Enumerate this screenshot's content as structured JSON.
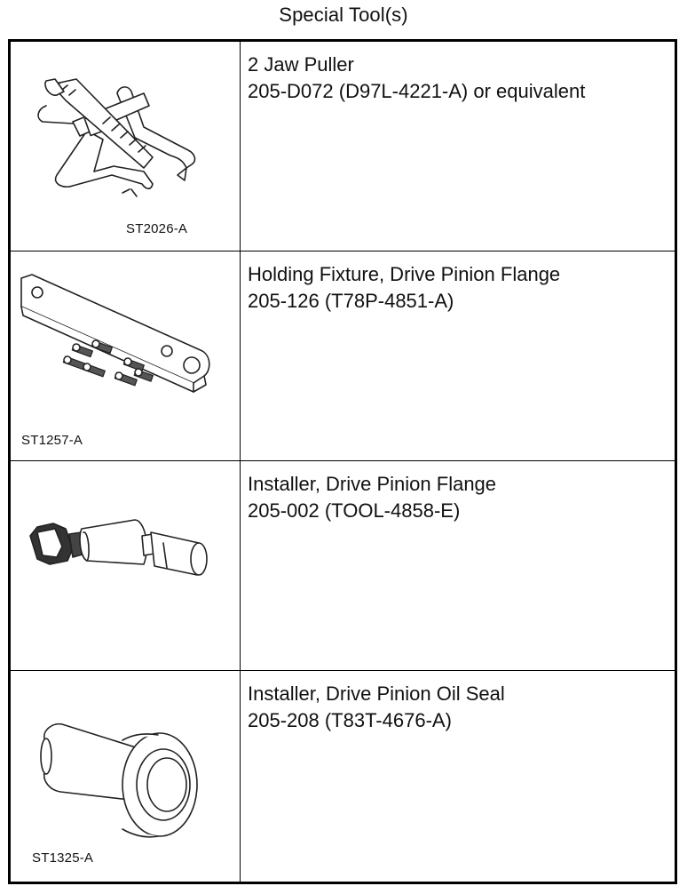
{
  "page": {
    "title": "Special Tool(s)"
  },
  "tools": [
    {
      "illustration_code": "ST2026-A",
      "icon": "two-jaw-puller-icon",
      "name": "2 Jaw Puller",
      "part_number": "205-D072 (D97L-4221-A) or equivalent"
    },
    {
      "illustration_code": "ST1257-A",
      "icon": "holding-fixture-icon",
      "name": "Holding Fixture, Drive Pinion Flange",
      "part_number": "205-126 (T78P-4851-A)"
    },
    {
      "illustration_code": "",
      "icon": "flange-installer-icon",
      "name": "Installer, Drive Pinion Flange",
      "part_number": "205-002 (TOOL-4858-E)"
    },
    {
      "illustration_code": "ST1325-A",
      "icon": "oil-seal-installer-icon",
      "name": "Installer, Drive Pinion Oil Seal",
      "part_number": "205-208 (T83T-4676-A)"
    }
  ]
}
